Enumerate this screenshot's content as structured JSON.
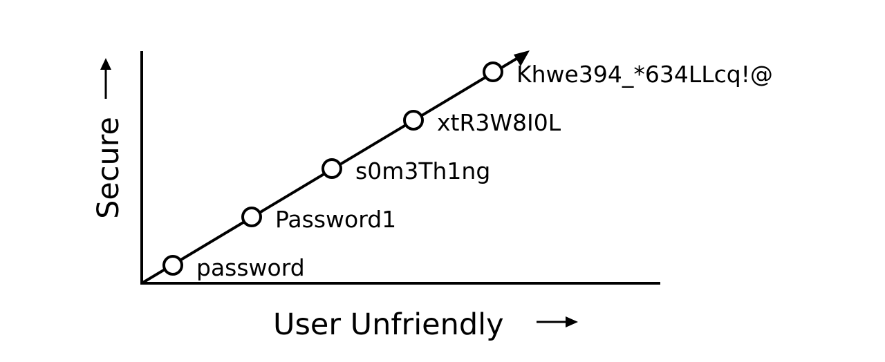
{
  "diagram": {
    "y_axis_label": "Secure",
    "x_axis_label": "User Unfriendly",
    "points": [
      {
        "label": "password"
      },
      {
        "label": "Password1"
      },
      {
        "label": "s0m3Th1ng"
      },
      {
        "label": "xtR3W8I0L"
      },
      {
        "label": "Khwe394_*634LLcq!@"
      }
    ]
  },
  "colors": {
    "ink": "#000000",
    "background": "#ffffff"
  }
}
